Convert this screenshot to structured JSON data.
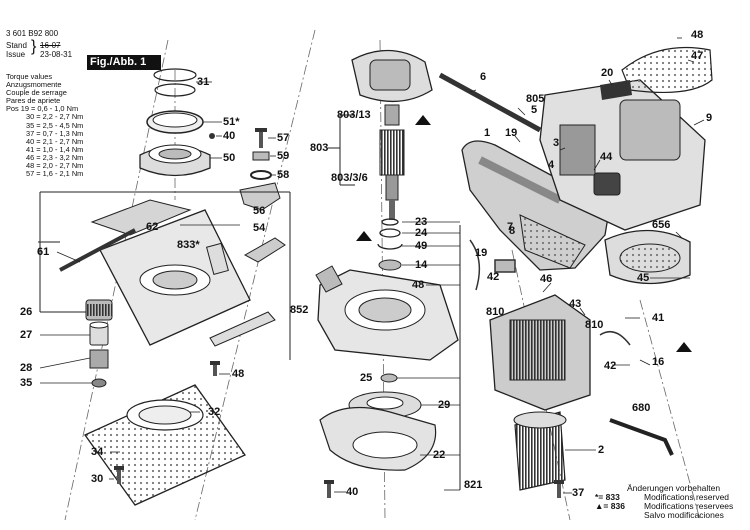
{
  "header": {
    "part_number": "3 601 B92 800",
    "stand_label": "Stand",
    "issue_label": "Issue",
    "stand_value": "16-07",
    "issue_value": "23-08-31",
    "figure_label": "Fig./Abb. 1"
  },
  "torque": {
    "lines": [
      "Torque values",
      "Anzugsmomente",
      "Couple de serrage",
      "Pares de apriete",
      "Pos 19 = 0,6 - 1,0 Nm",
      "30 = 2,2 - 2,7 Nm",
      "35 = 2,5 - 4,5 Nm",
      "37 = 0,7 - 1,3 Nm",
      "40 = 2,1 - 2,7 Nm",
      "41 = 1,0 - 1,4 Nm",
      "46 = 2,3 - 3,2 Nm",
      "48 = 2,0 - 2,7 Nm",
      "57 = 1,6 - 2,1 Nm"
    ]
  },
  "labels": {
    "p31": "31",
    "p51": "51*",
    "p40a": "40",
    "p50": "50",
    "p57": "57",
    "p59": "59",
    "p58": "58",
    "p56": "56",
    "p62": "62",
    "p833": "833*",
    "p54": "54",
    "p61": "61",
    "p852": "852",
    "p26": "26",
    "p27": "27",
    "p28": "28",
    "p35": "35",
    "p48a": "48",
    "p32": "32",
    "p34": "34",
    "p30": "30",
    "p803_13": "803/13",
    "p803": "803",
    "p803_3_6": "803/3/6",
    "p23": "23",
    "p24": "24",
    "p49": "49",
    "p14": "14",
    "p48b": "48",
    "p25": "25",
    "p29": "29",
    "p22": "22",
    "p40b": "40",
    "p821": "821",
    "p6": "6",
    "p805": "805",
    "p5": "5",
    "p1": "1",
    "p19a": "19",
    "p3": "3",
    "p4": "4",
    "p44": "44",
    "p20": "20",
    "p48c": "48",
    "p47": "47",
    "p9": "9",
    "p656": "656",
    "p45": "45",
    "p8": "8",
    "p19b": "19",
    "p42a": "42",
    "p46": "46",
    "p810a": "810",
    "p43": "43",
    "p810b": "810",
    "p41": "41",
    "p42b": "42",
    "p16": "16",
    "p680": "680",
    "p2": "2",
    "p37": "37",
    "p7": "7"
  },
  "footer": {
    "line1": "Änderungen vorbehalten",
    "line2_key": "*= 833",
    "line2": "Modifications reserved",
    "line3_key": "▲= 836",
    "line3": "Modifications reservees",
    "line4": "Salvo modificaciones"
  }
}
